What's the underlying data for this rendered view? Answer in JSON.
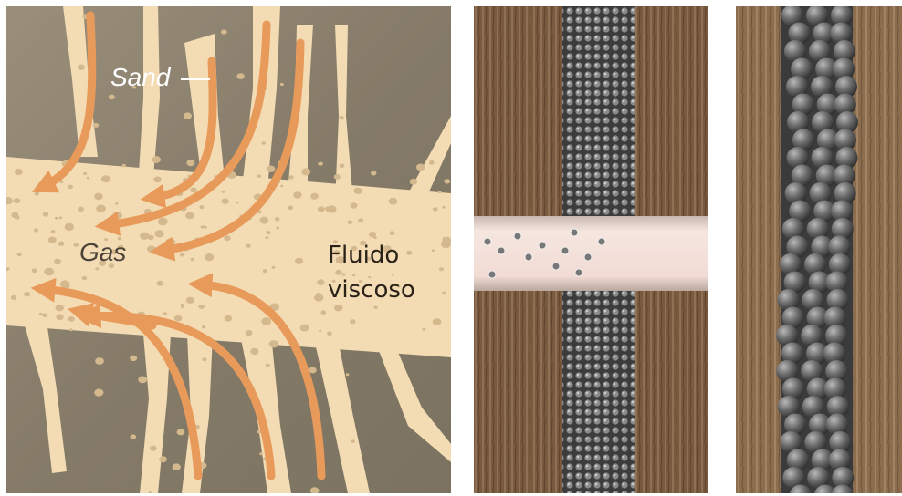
{
  "labels": {
    "sand": "Sand",
    "gas": "Gas",
    "fluid_line1": "Fluido",
    "fluid_line2": "viscoso"
  },
  "colors": {
    "rock": "#8f8572",
    "fracture": "#f3dcb4",
    "arrow": "#e89a5a",
    "wood": "#7a5a3e",
    "proppant": "#6f6f6f",
    "wellbore": "#f3dfd9"
  },
  "icons": [
    "sand-leader-line-icon",
    "flow-arrow-icon"
  ]
}
